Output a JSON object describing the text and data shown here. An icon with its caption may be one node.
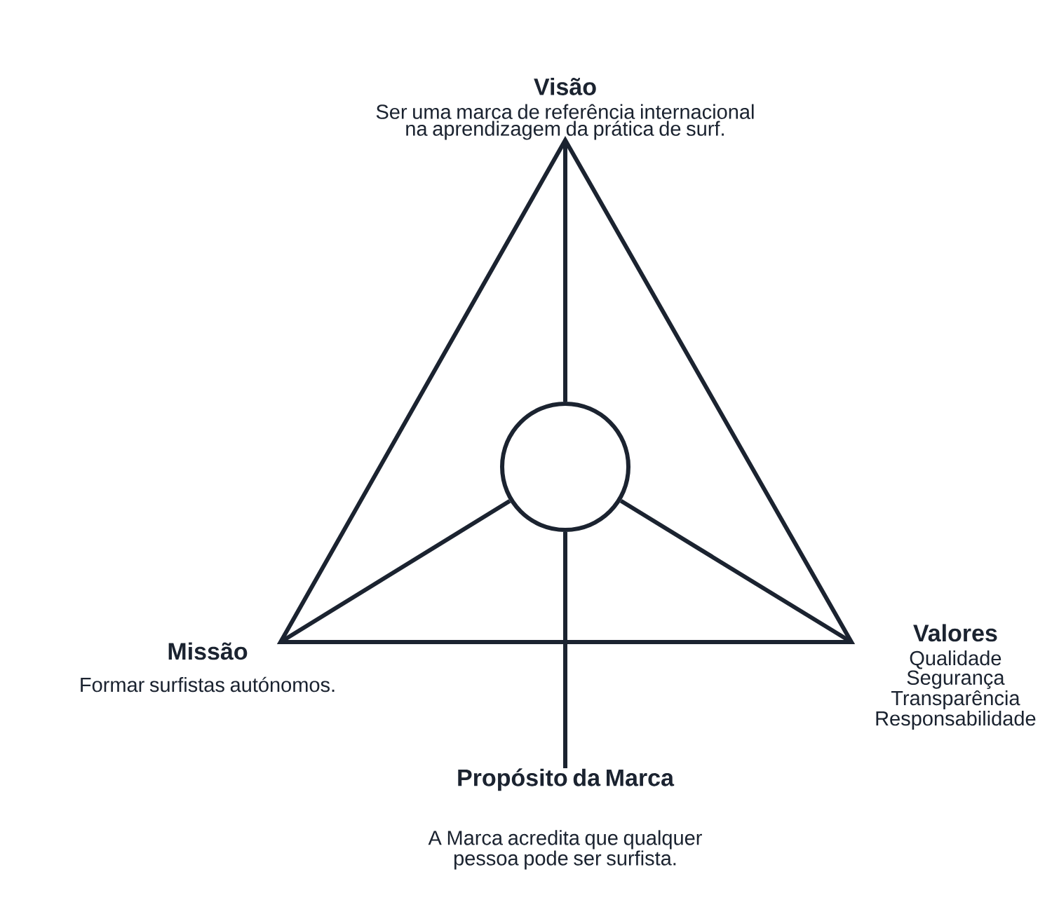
{
  "diagram": {
    "nodes": [
      {
        "text": [
          "Visão",
          "Ser uma marca de referência internacional na aprendizagem da prática de surf."
        ]
      },
      {
        "text": [
          "Missão",
          "Formar surfistas autónomos."
        ]
      },
      {
        "text": [
          "Valores",
          "Qualidade",
          "Segurança",
          "Transparência",
          "Responsabilidade"
        ]
      },
      {
        "text": [
          "Propósito da Marca",
          "A Marca acredita que qualquer pessoa pode ser surfista."
        ]
      },
      {
        "text": [],
        "shape": "circle"
      }
    ],
    "edges": [
      {
        "from": 4,
        "to": 0,
        "arrow": "none"
      },
      {
        "from": 4,
        "to": 1,
        "arrow": "none"
      },
      {
        "from": 4,
        "to": 2,
        "arrow": "none"
      },
      {
        "from": 4,
        "to": 3,
        "arrow": "none"
      }
    ]
  }
}
